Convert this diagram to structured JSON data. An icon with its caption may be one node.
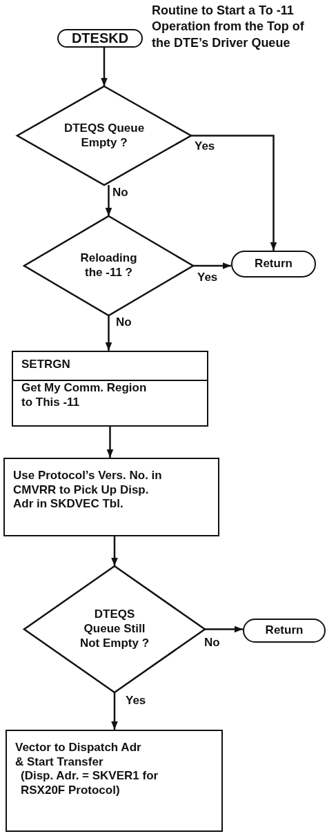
{
  "diagram": {
    "nodes": [
      {
        "text": [
          "DTESKD"
        ],
        "beside": [
          "Routine to Start a To -11 Operation from the Top of the DTE’s Driver Queue"
        ]
      },
      {
        "text": [
          "DTEQS Queue Empty ?"
        ]
      },
      {
        "text": [
          "Reloading the -11 ?"
        ]
      },
      {
        "text": [
          "Return"
        ]
      },
      {
        "text": [
          "SETRGN",
          "Get My Comm. Region to This -11"
        ]
      },
      {
        "text": [
          "Use Protocol’s Vers. No. in CMVRR to Pick Up Disp. Adr in SKDVEC Tbl."
        ]
      },
      {
        "text": [
          "DTEQS Queue Still Not Empty ?"
        ]
      },
      {
        "text": [
          "Return"
        ]
      },
      {
        "text": [
          "Vector to Dispatch Adr & Start Transfer",
          "(Disp. Adr. = SKVER1 for RSX20F Protocol)"
        ]
      }
    ],
    "edges": [
      {
        "from": 0,
        "to": 1,
        "arrow": "to"
      },
      {
        "from": 1,
        "to": 3,
        "arrow": "to",
        "label": "Yes"
      },
      {
        "from": 1,
        "to": 2,
        "arrow": "to",
        "label": "No"
      },
      {
        "from": 2,
        "to": 3,
        "arrow": "to",
        "label": "Yes"
      },
      {
        "from": 2,
        "to": 4,
        "arrow": "to",
        "label": "No"
      },
      {
        "from": 4,
        "to": 5,
        "arrow": "to"
      },
      {
        "from": 5,
        "to": 6,
        "arrow": "to"
      },
      {
        "from": 6,
        "to": 7,
        "arrow": "to",
        "label": "No"
      },
      {
        "from": 6,
        "to": 8,
        "arrow": "to",
        "label": "Yes"
      }
    ]
  }
}
